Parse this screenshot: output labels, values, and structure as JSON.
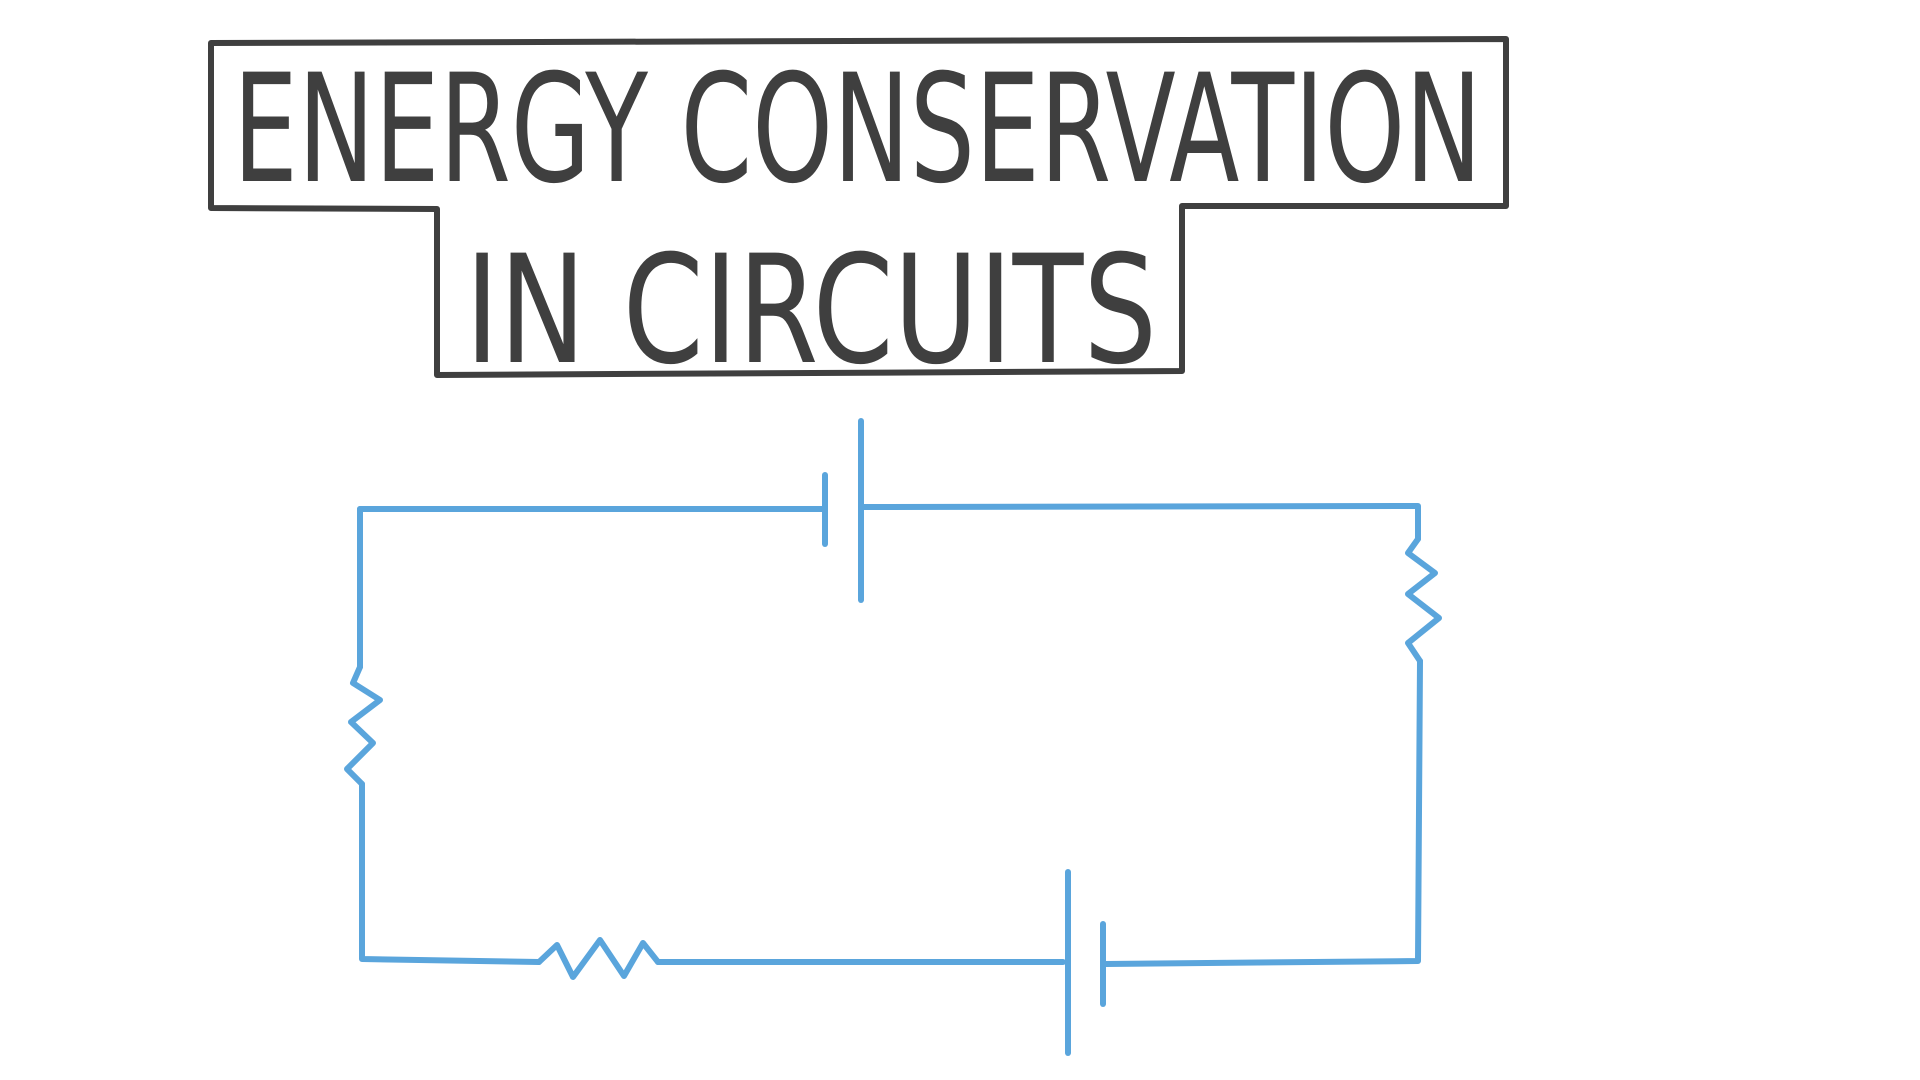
{
  "title": {
    "line1": "ENERGY CONSERVATION",
    "line2": "IN CIRCUITS"
  },
  "colors": {
    "ink": "#3f3f3f",
    "circuit": "#5aa5dc",
    "background": "#ffffff"
  },
  "circuit": {
    "components": [
      "cell-top",
      "resistor-right",
      "cell-bottom",
      "resistor-bottom",
      "resistor-left"
    ]
  }
}
